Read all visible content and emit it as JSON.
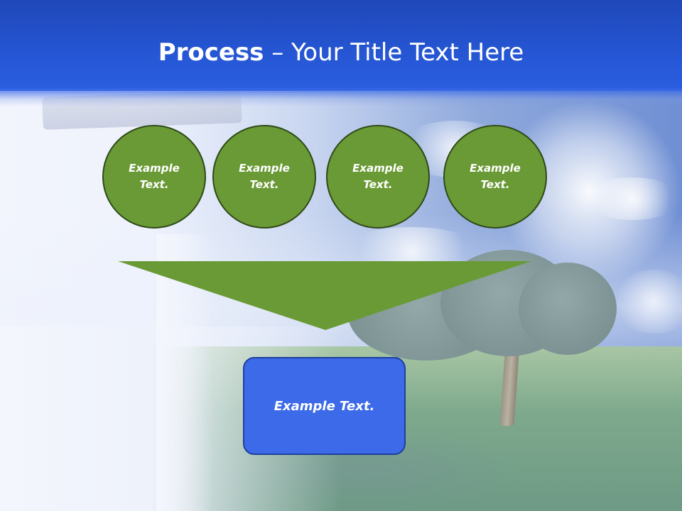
{
  "title": {
    "bold": "Process",
    "rest": " – Your Title Text Here"
  },
  "steps": [
    {
      "label": "Example\nText."
    },
    {
      "label": "Example\nText."
    },
    {
      "label": "Example\nText."
    },
    {
      "label": "Example\nText."
    }
  ],
  "result": {
    "label": "Example Text."
  },
  "colors": {
    "title_bar": "#2656d4",
    "circle_fill": "#6a9a35",
    "circle_border": "#2f4a18",
    "funnel_fill": "#6a9a35",
    "result_fill": "#3c6ae8",
    "result_border": "#1f3f9e",
    "text": "#ffffff"
  }
}
